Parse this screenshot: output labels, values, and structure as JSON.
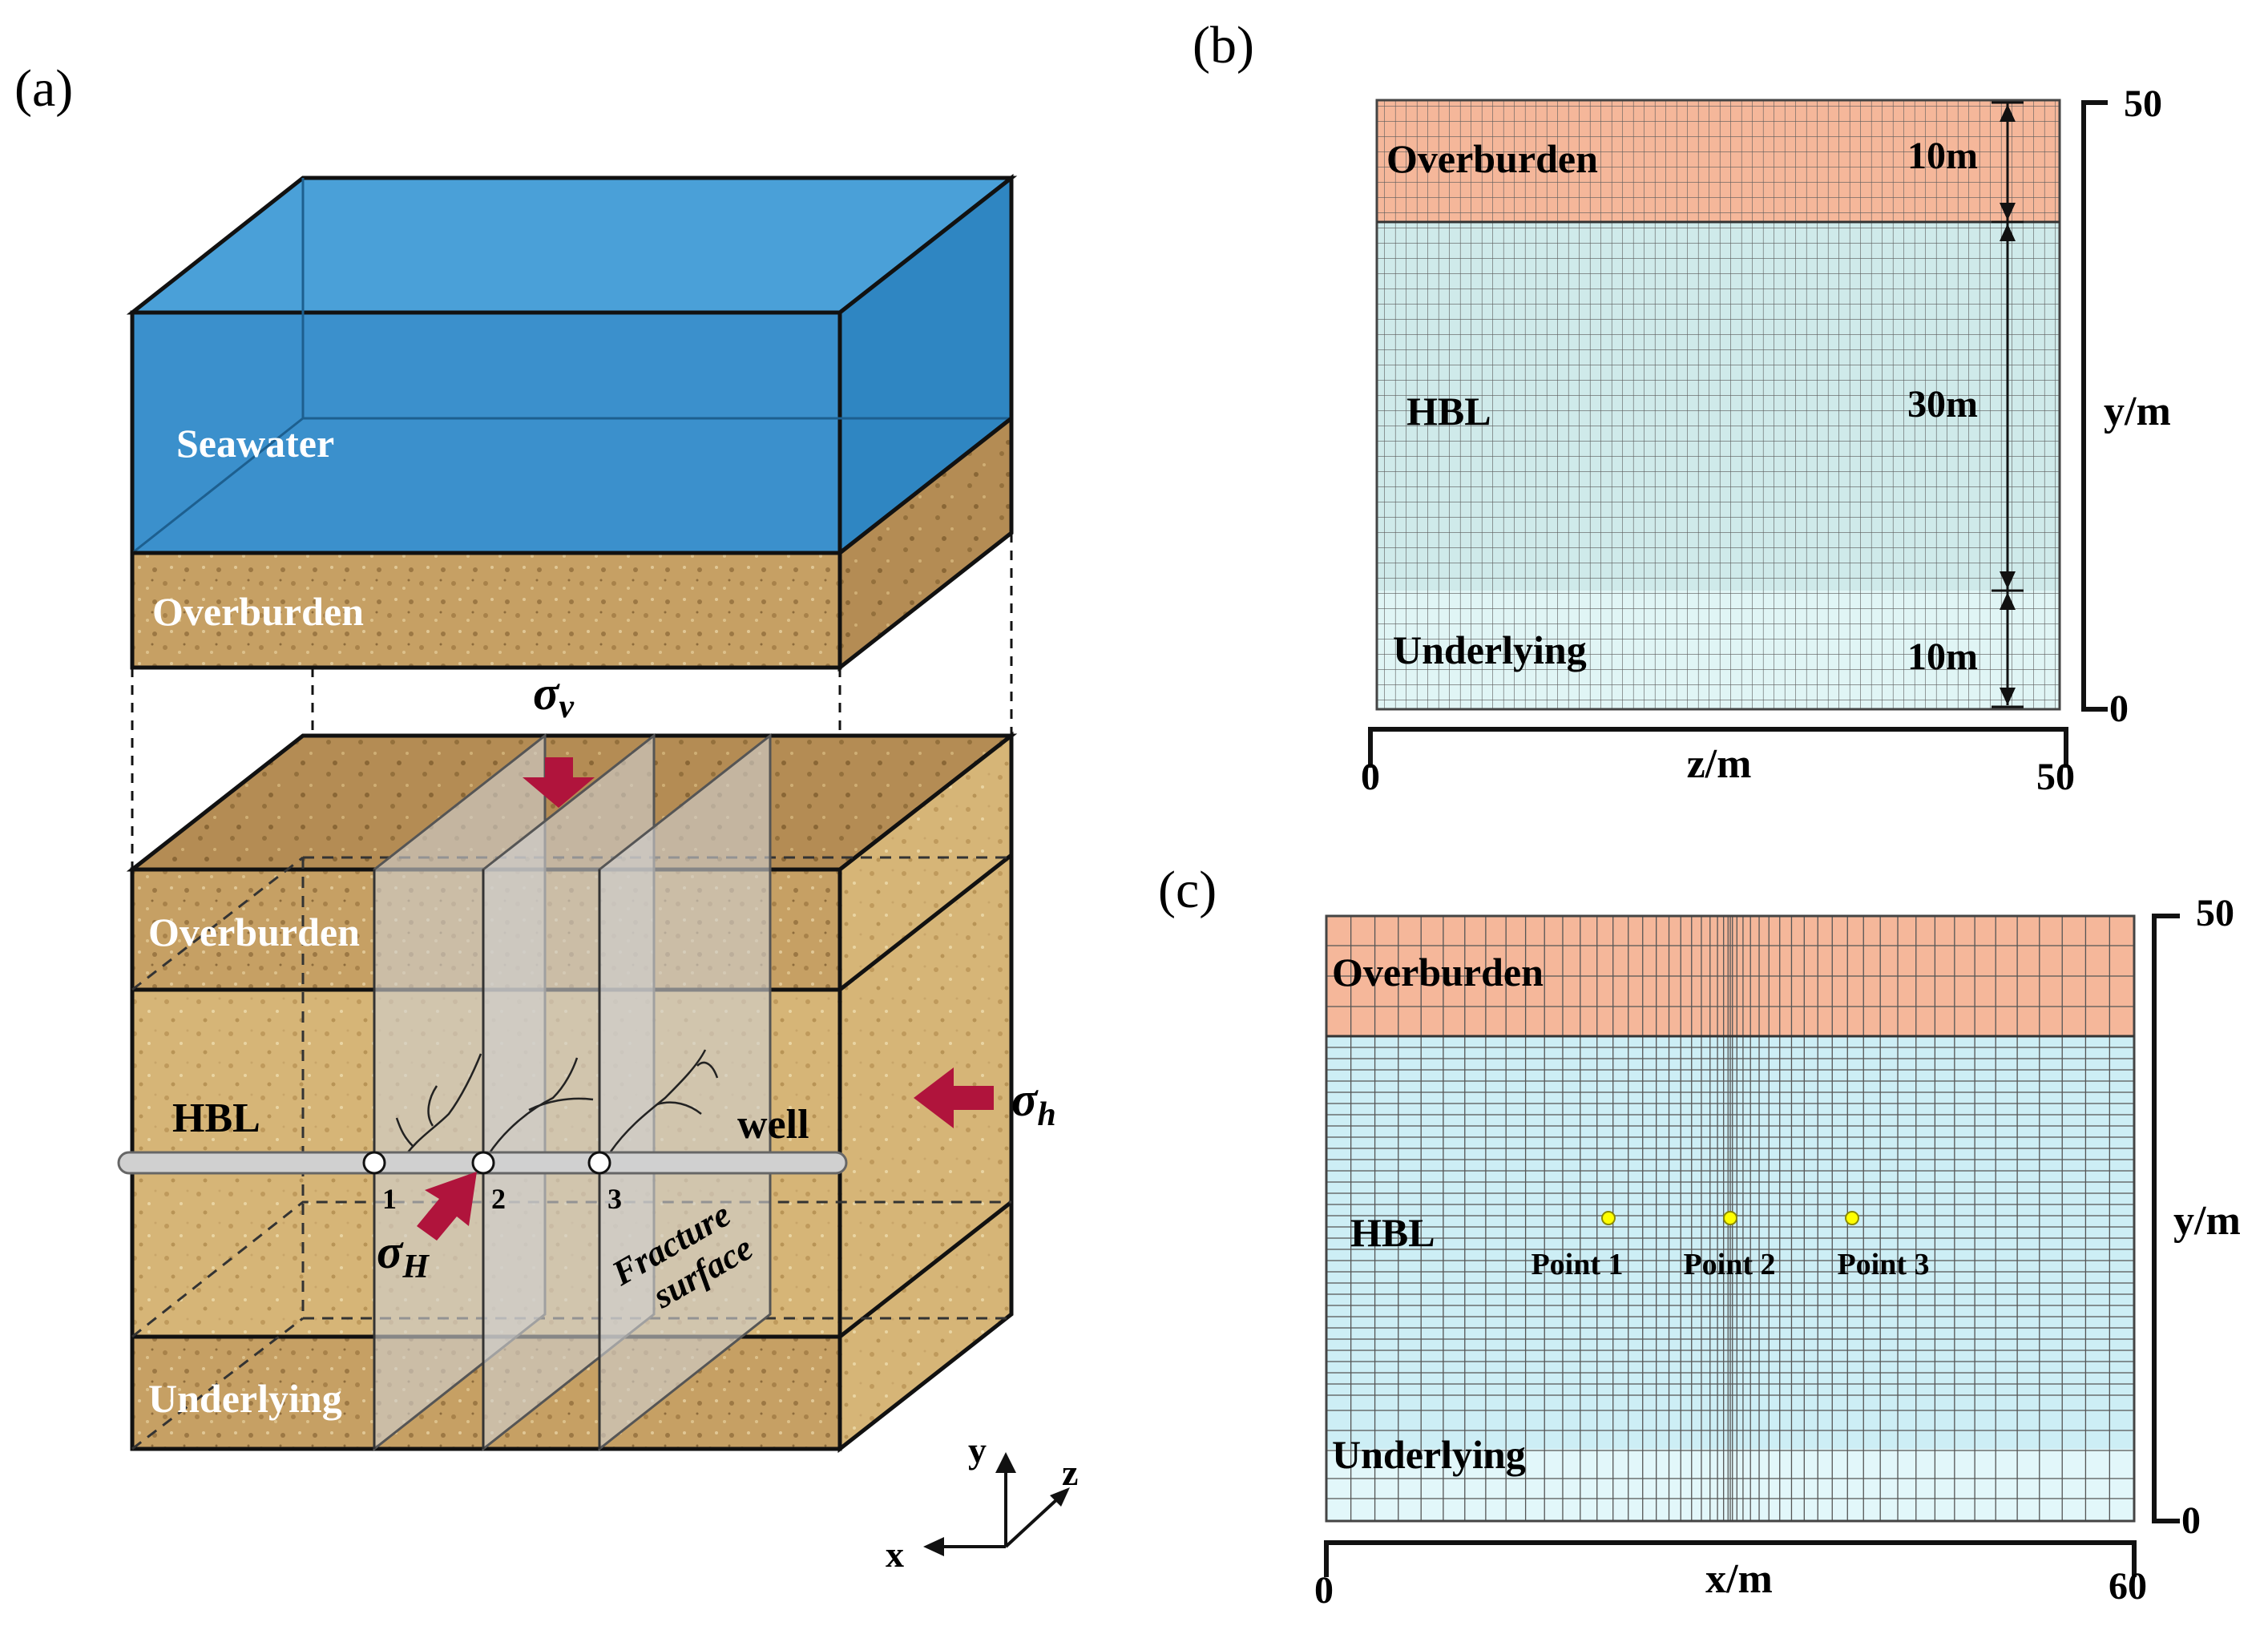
{
  "panel_a": {
    "label": "(a)",
    "seawater": "Seawater",
    "overburden_top": "Overburden",
    "overburden": "Overburden",
    "hbl": "HBL",
    "underlying": "Underlying",
    "well": "well",
    "fracture_line1": "Fracture",
    "fracture_line2": "surface",
    "points": [
      "1",
      "2",
      "3"
    ],
    "sigma_v": "σ",
    "sigma_v_sub": "v",
    "sigma_h": "σ",
    "sigma_h_sub": "h",
    "sigma_H": "σ",
    "sigma_H_sub": "H",
    "axis_x": "x",
    "axis_y": "y",
    "axis_z": "z",
    "colors": {
      "seawater": "#3b90cc",
      "sediment": "#c9a46a",
      "stress_arrow": "#b0143c",
      "fracture_plane": "#c8c8c8"
    }
  },
  "panel_b": {
    "label": "(b)",
    "overburden": "Overburden",
    "hbl": "HBL",
    "underlying": "Underlying",
    "dim_top": "10m",
    "dim_mid": "30m",
    "dim_bottom": "10m",
    "x_label": "z/m",
    "y_label": "y/m",
    "x_min": "0",
    "x_max": "50",
    "y_min": "0",
    "y_max": "50",
    "colors": {
      "overburden": "#f5b79a",
      "hbl": "#cfeaea",
      "underlying": "#e0f5f5"
    }
  },
  "panel_c": {
    "label": "(c)",
    "overburden": "Overburden",
    "hbl": "HBL",
    "underlying": "Underlying",
    "points": [
      "Point 1",
      "Point 2",
      "Point 3"
    ],
    "x_label": "x/m",
    "y_label": "y/m",
    "x_min": "0",
    "x_max": "60",
    "y_min": "0",
    "y_max": "50",
    "colors": {
      "overburden": "#f5b79a",
      "hbl": "#cdeef5",
      "underlying": "#e2f7fa",
      "monitor_point": "#ffff00"
    }
  }
}
